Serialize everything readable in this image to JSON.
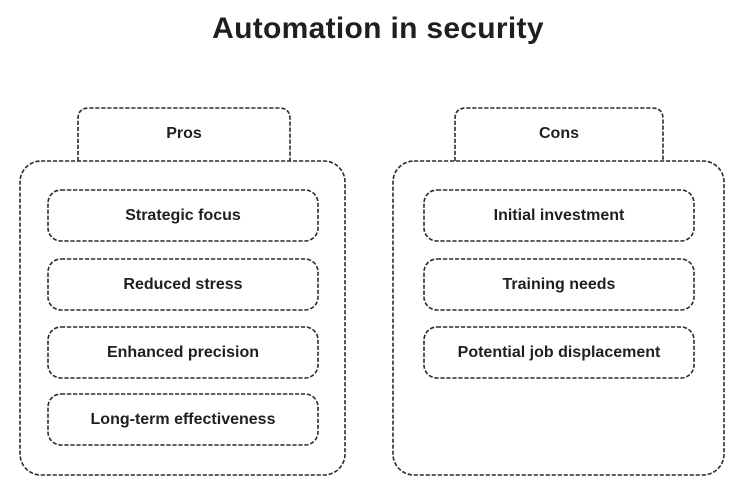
{
  "title": "Automation in security",
  "colors": {
    "text": "#1f1f1f",
    "border": "#2b2b2b",
    "background": "#ffffff"
  },
  "columns": [
    {
      "label": "Pros",
      "items": [
        "Strategic focus",
        "Reduced stress",
        "Enhanced precision",
        "Long-term effectiveness"
      ]
    },
    {
      "label": "Cons",
      "items": [
        "Initial investment",
        "Training needs",
        "Potential job displacement"
      ]
    }
  ]
}
